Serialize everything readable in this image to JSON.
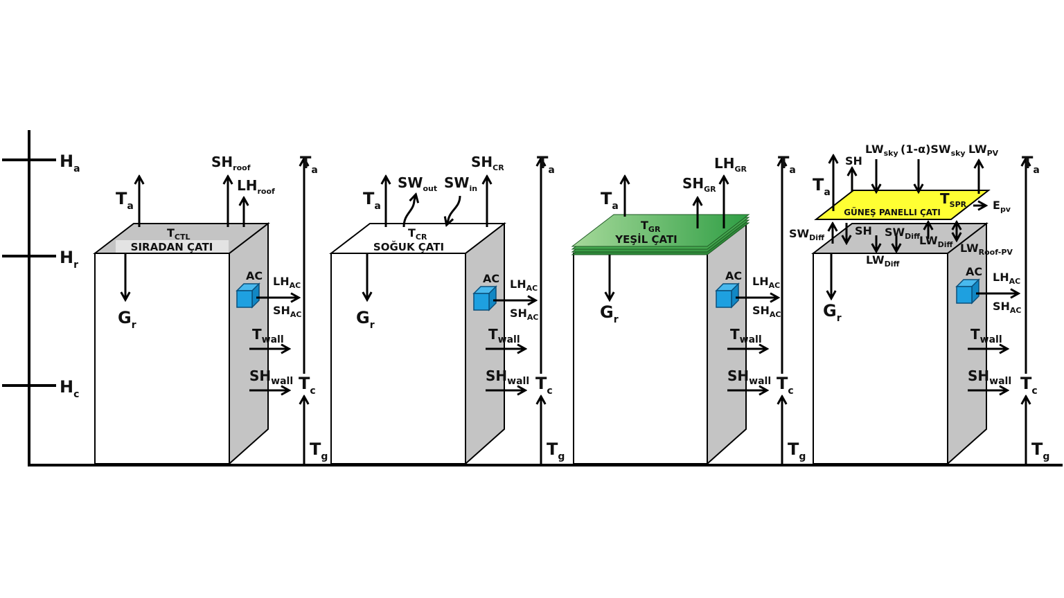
{
  "title": "Roof energy balance diagrams",
  "colors": {
    "wall_side": "#c4c4c4",
    "ac_unit": "#1ea0e0",
    "green_roof": "#4caf50",
    "pv_panel": "#ffff33"
  },
  "height_axis": {
    "labels": [
      {
        "main": "H",
        "sub": "a"
      },
      {
        "main": "H",
        "sub": "r"
      },
      {
        "main": "H",
        "sub": "c"
      }
    ]
  },
  "buildings": [
    {
      "id": "conventional",
      "roof_title": "SIRADAN ÇATI",
      "roof_temp": {
        "main": "T",
        "sub": "CTL"
      },
      "fluxes_up": [
        {
          "main": "T",
          "sub": "a"
        },
        {
          "main": "SH",
          "sub": "roof"
        },
        {
          "main": "LH",
          "sub": "roof"
        }
      ],
      "ground_flux": {
        "main": "G",
        "sub": "r"
      }
    },
    {
      "id": "cool",
      "roof_title": "SOĞUK ÇATI",
      "roof_temp": {
        "main": "T",
        "sub": "CR"
      },
      "fluxes_up": [
        {
          "main": "T",
          "sub": "a"
        },
        {
          "main": "SW",
          "sub": "out"
        },
        {
          "main": "SW",
          "sub": "in"
        },
        {
          "main": "SH",
          "sub": "CR"
        }
      ],
      "ground_flux": {
        "main": "G",
        "sub": "r"
      }
    },
    {
      "id": "green",
      "roof_title": "YEŞİL ÇATI",
      "roof_temp": {
        "main": "T",
        "sub": "GR"
      },
      "fluxes_up": [
        {
          "main": "T",
          "sub": "a"
        },
        {
          "main": "SH",
          "sub": "GR"
        },
        {
          "main": "LH",
          "sub": "GR"
        }
      ],
      "ground_flux": {
        "main": "G",
        "sub": "r"
      }
    },
    {
      "id": "pv",
      "roof_title": "GÜNEŞ PANELLI ÇATI",
      "roof_temp": {
        "main": "T",
        "sub": "SPR"
      },
      "fluxes_up": [
        {
          "main": "T",
          "sub": "a"
        },
        {
          "main": "SH",
          "sub": ""
        },
        {
          "main": "LW",
          "sub": "sky"
        },
        {
          "main": "(1-α)SW",
          "sub": "sky"
        },
        {
          "main": "LW",
          "sub": "PV"
        }
      ],
      "pv_output": {
        "main": "E",
        "sub": "pv"
      },
      "under_panel": [
        {
          "main": "SW",
          "sub": "Diff"
        },
        {
          "main": "SH",
          "sub": ""
        },
        {
          "main": "SW",
          "sub": "Diff"
        },
        {
          "main": "LW",
          "sub": "Diff"
        },
        {
          "main": "LW",
          "sub": "Diff"
        },
        {
          "main": "LW",
          "sub": "Roof-PV"
        }
      ],
      "ground_flux": {
        "main": "G",
        "sub": "r"
      }
    }
  ],
  "common": {
    "ac_label": "AC",
    "lh_ac": {
      "main": "LH",
      "sub": "AC"
    },
    "sh_ac": {
      "main": "SH",
      "sub": "AC"
    },
    "t_wall": {
      "main": "T",
      "sub": "wall"
    },
    "sh_wall": {
      "main": "SH",
      "sub": "wall"
    },
    "t_a": {
      "main": "T",
      "sub": "a"
    },
    "t_c": {
      "main": "T",
      "sub": "c"
    },
    "t_g": {
      "main": "T",
      "sub": "g"
    }
  }
}
